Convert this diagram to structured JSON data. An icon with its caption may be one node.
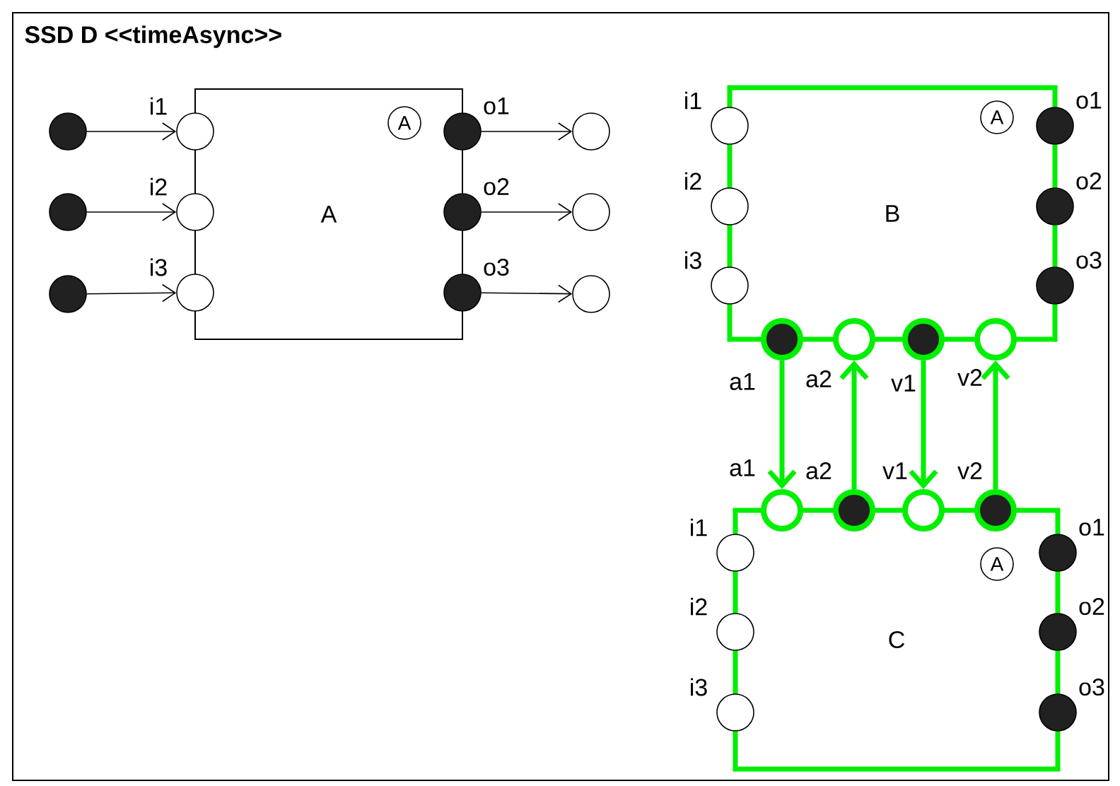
{
  "diagram": {
    "title": "SSD D <<timeAsync>>",
    "nodes": [
      {
        "text": [
          "A"
        ]
      },
      {
        "text": [
          "A"
        ],
        "in": 0
      },
      {
        "text": [],
        "shape": "circle",
        "beside": [
          "i1"
        ]
      },
      {
        "text": [],
        "shape": "circle",
        "beside": [
          "i2"
        ]
      },
      {
        "text": [],
        "shape": "circle",
        "beside": [
          "i3"
        ]
      },
      {
        "text": [],
        "shape": "circle",
        "beside": [
          "o1"
        ]
      },
      {
        "text": [],
        "shape": "circle",
        "beside": [
          "o2"
        ]
      },
      {
        "text": [],
        "shape": "circle",
        "beside": [
          "o3"
        ]
      },
      {
        "text": [],
        "shape": "circle"
      },
      {
        "text": [],
        "shape": "circle"
      },
      {
        "text": [],
        "shape": "circle"
      },
      {
        "text": [],
        "shape": "circle"
      },
      {
        "text": [],
        "shape": "circle"
      },
      {
        "text": [],
        "shape": "circle"
      },
      {
        "text": [
          "B"
        ]
      },
      {
        "text": [
          "A"
        ],
        "in": 14
      },
      {
        "text": [],
        "shape": "circle",
        "beside": [
          "i1"
        ]
      },
      {
        "text": [],
        "shape": "circle",
        "beside": [
          "i2"
        ]
      },
      {
        "text": [],
        "shape": "circle",
        "beside": [
          "i3"
        ]
      },
      {
        "text": [],
        "shape": "circle",
        "beside": [
          "o1"
        ]
      },
      {
        "text": [],
        "shape": "circle",
        "beside": [
          "o2"
        ]
      },
      {
        "text": [],
        "shape": "circle",
        "beside": [
          "o3"
        ]
      },
      {
        "text": [],
        "shape": "circle",
        "beside": [
          "a1"
        ]
      },
      {
        "text": [],
        "shape": "circle",
        "beside": [
          "a2"
        ]
      },
      {
        "text": [],
        "shape": "circle",
        "beside": [
          "v1"
        ]
      },
      {
        "text": [],
        "shape": "circle",
        "beside": [
          "v2"
        ]
      },
      {
        "text": [
          "C"
        ]
      },
      {
        "text": [
          "A"
        ],
        "in": 26
      },
      {
        "text": [],
        "shape": "circle",
        "beside": [
          "a1"
        ]
      },
      {
        "text": [],
        "shape": "circle",
        "beside": [
          "a2"
        ]
      },
      {
        "text": [],
        "shape": "circle",
        "beside": [
          "v1"
        ]
      },
      {
        "text": [],
        "shape": "circle",
        "beside": [
          "v2"
        ]
      },
      {
        "text": [],
        "shape": "circle",
        "beside": [
          "i1"
        ]
      },
      {
        "text": [],
        "shape": "circle",
        "beside": [
          "i2"
        ]
      },
      {
        "text": [],
        "shape": "circle",
        "beside": [
          "i3"
        ]
      },
      {
        "text": [],
        "shape": "circle",
        "beside": [
          "o1"
        ]
      },
      {
        "text": [],
        "shape": "circle",
        "beside": [
          "o2"
        ]
      },
      {
        "text": [],
        "shape": "circle",
        "beside": [
          "o3"
        ]
      }
    ],
    "edges": [
      {
        "from": 8,
        "to": 2,
        "arrow": "to"
      },
      {
        "from": 9,
        "to": 3,
        "arrow": "to"
      },
      {
        "from": 10,
        "to": 4,
        "arrow": "to"
      },
      {
        "from": 5,
        "to": 11,
        "arrow": "to"
      },
      {
        "from": 6,
        "to": 12,
        "arrow": "to"
      },
      {
        "from": 7,
        "to": 13,
        "arrow": "to"
      },
      {
        "from": 22,
        "to": 28,
        "arrow": "to",
        "style": "thick",
        "color": "#00ee00"
      },
      {
        "from": 29,
        "to": 23,
        "arrow": "to",
        "style": "thick",
        "color": "#00ee00"
      },
      {
        "from": 24,
        "to": 30,
        "arrow": "to",
        "style": "thick",
        "color": "#00ee00"
      },
      {
        "from": 31,
        "to": 25,
        "arrow": "to",
        "style": "thick",
        "color": "#00ee00"
      }
    ]
  }
}
